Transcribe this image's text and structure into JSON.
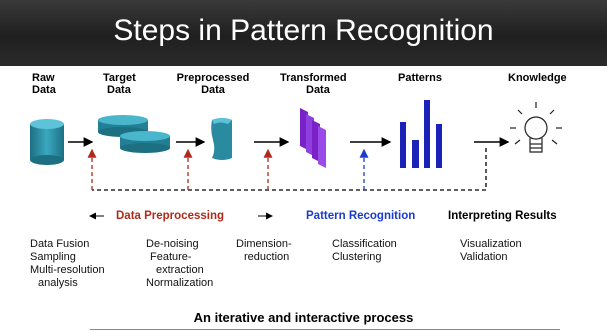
{
  "title": "Steps in Pattern Recognition",
  "stages": [
    {
      "line1": "Raw",
      "line2": "Data",
      "icon": "database-cylinder-icon"
    },
    {
      "line1": "Target",
      "line2": "Data",
      "icon": "data-disks-icon"
    },
    {
      "line1": "Preprocessed",
      "line2": "Data",
      "icon": "preprocessed-sheet-icon"
    },
    {
      "line1": "Transformed",
      "line2": "Data",
      "icon": "transformed-stack-icon"
    },
    {
      "line1": "Patterns",
      "line2": "",
      "icon": "bar-patterns-icon"
    },
    {
      "line1": "Knowledge",
      "line2": "",
      "icon": "lightbulb-icon"
    }
  ],
  "phases": {
    "preprocessing": "Data Preprocessing",
    "recognition": "Pattern Recognition",
    "interpreting": "Interpreting Results"
  },
  "tasks": {
    "col1": [
      "Data Fusion",
      "Sampling",
      "Multi-resolution",
      "  analysis"
    ],
    "col2": [
      "De-noising",
      "Feature-",
      "extraction",
      "Normalization"
    ],
    "col3": [
      "Dimension-",
      "reduction"
    ],
    "col4": [
      "Classification",
      "Clustering"
    ],
    "col5": [
      "Visualization",
      "Validation"
    ]
  },
  "footer": "An iterative and interactive process",
  "colors": {
    "icon_teal": "#2a8aa0",
    "transform_purple": "#7a22c8",
    "pattern_blue": "#1a22b8",
    "preprocessing_red": "#b02a1a",
    "recognition_blue": "#1a3ccc"
  }
}
